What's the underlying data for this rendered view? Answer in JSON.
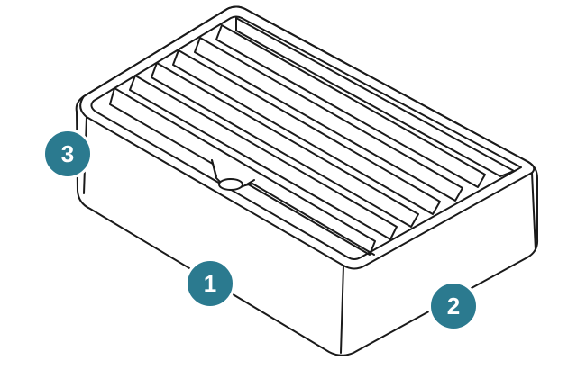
{
  "colors": {
    "badge_fill": "#2b7a8f",
    "badge_text": "#ffffff",
    "outline": "#1a1a1a",
    "body_fill": "#ffffff"
  },
  "object": {
    "description_icon": "tray-organizer-icon",
    "slot_count": 6
  },
  "callouts": [
    {
      "label": "3"
    },
    {
      "label": "1"
    },
    {
      "label": "2"
    }
  ]
}
